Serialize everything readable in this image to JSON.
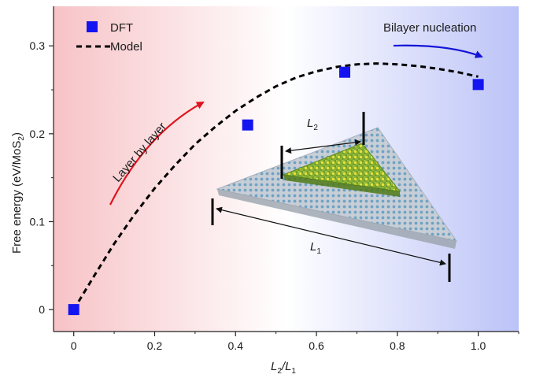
{
  "chart_data": {
    "type": "scatter",
    "xlabel": {
      "main": "L",
      "sub1": "2",
      "sep": "/L",
      "sub2": "1"
    },
    "ylabel": {
      "main": "Free energy (eV/MoS",
      "sub": "2",
      "tail": ")"
    },
    "xlim": [
      -0.05,
      1.1
    ],
    "ylim": [
      -0.025,
      0.345
    ],
    "xticks": [
      0,
      0.2,
      0.4,
      0.6,
      0.8,
      1.0
    ],
    "xtick_labels": [
      "0",
      "0.2",
      "0.4",
      "0.6",
      "0.8",
      "1.0"
    ],
    "yticks": [
      0,
      0.1,
      0.2,
      0.3
    ],
    "ytick_labels": [
      "0",
      "0.1",
      "0.2",
      "0.3"
    ],
    "grid": false,
    "legend_position": "top-left",
    "legend": [
      {
        "label": "DFT",
        "marker": "square",
        "color": "#1414f0"
      },
      {
        "label": "Model",
        "marker": "dashed-line",
        "color": "#000000"
      }
    ],
    "series": [
      {
        "name": "DFT",
        "style": "markers",
        "color": "#1414f0",
        "points": [
          [
            0,
            0
          ],
          [
            0.43,
            0.21
          ],
          [
            0.67,
            0.27
          ],
          [
            1.0,
            0.256
          ]
        ]
      },
      {
        "name": "Model",
        "style": "dashed",
        "color": "#000000",
        "points": [
          [
            0.0,
            0.0
          ],
          [
            0.05,
            0.038
          ],
          [
            0.1,
            0.075
          ],
          [
            0.15,
            0.108
          ],
          [
            0.2,
            0.138
          ],
          [
            0.25,
            0.164
          ],
          [
            0.3,
            0.188
          ],
          [
            0.35,
            0.208
          ],
          [
            0.4,
            0.226
          ],
          [
            0.45,
            0.241
          ],
          [
            0.5,
            0.254
          ],
          [
            0.55,
            0.264
          ],
          [
            0.6,
            0.271
          ],
          [
            0.65,
            0.276
          ],
          [
            0.7,
            0.279
          ],
          [
            0.75,
            0.28
          ],
          [
            0.8,
            0.279
          ],
          [
            0.85,
            0.277
          ],
          [
            0.9,
            0.274
          ],
          [
            0.95,
            0.27
          ],
          [
            1.0,
            0.265
          ]
        ]
      }
    ],
    "annotations": [
      {
        "text": "Layer by layer",
        "color": "#e0141e"
      },
      {
        "text": "Bilayer nucleation",
        "color": "#1414d8"
      }
    ],
    "inset_labels": [
      {
        "main": "L",
        "sub": "2"
      },
      {
        "main": "L",
        "sub": "1"
      }
    ],
    "background_gradient": [
      "#f7c3c7",
      "#ffffff",
      "#bcc3f7"
    ]
  }
}
